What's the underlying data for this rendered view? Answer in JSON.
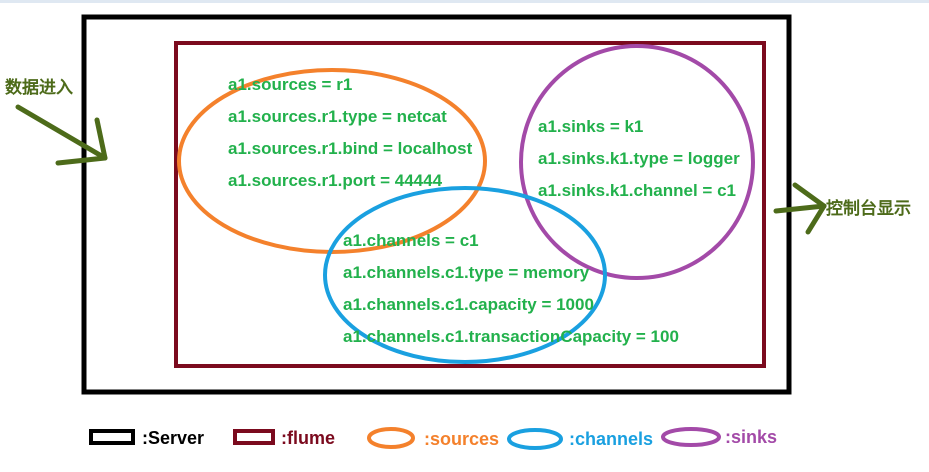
{
  "labels": {
    "data_in": "数据进入",
    "console_out": "控制台显示"
  },
  "sources": {
    "lines": [
      "a1.sources = r1",
      "a1.sources.r1.type = netcat",
      "a1.sources.r1.bind = localhost",
      "a1.sources.r1.port = 44444"
    ]
  },
  "sinks": {
    "lines": [
      "a1.sinks = k1",
      "a1.sinks.k1.type = logger",
      "a1.sinks.k1.channel = c1"
    ]
  },
  "channels": {
    "lines": [
      "a1.channels = c1",
      "a1.channels.c1.type = memory",
      "a1.channels.c1.capacity = 1000",
      "a1.channels.c1.transactionCapacity = 100"
    ]
  },
  "legend": {
    "server": ":Server",
    "flume": ":flume",
    "sources": ":sources",
    "channels": ":channels",
    "sinks": ":sinks"
  },
  "colors": {
    "server": "#000000",
    "flume": "#7b0a1e",
    "sources": "#f4812c",
    "channels": "#1aa0e0",
    "sinks": "#a34aa8",
    "config_text": "#22b14c",
    "arrow": "#4d6b1a"
  }
}
